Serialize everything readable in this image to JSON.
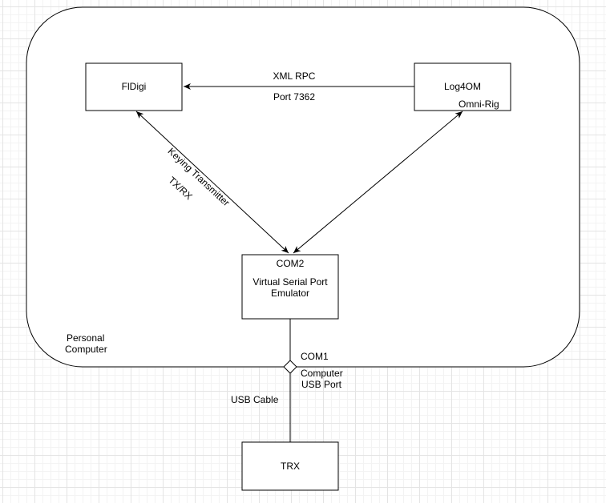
{
  "nodes": {
    "fldigi": {
      "label": "FlDigi"
    },
    "log4om": {
      "label": "Log4OM",
      "sublabel": "Omni-Rig"
    },
    "vspe": {
      "label_top": "COM2",
      "label_line1": "Virtual Serial Port",
      "label_line2": "Emulator"
    },
    "trx": {
      "label": "TRX"
    }
  },
  "container": {
    "label_line1": "Personal",
    "label_line2": "Computer"
  },
  "edges": {
    "xmlrpc": {
      "label": "XML RPC",
      "sublabel": "Port 7362"
    },
    "keying": {
      "label_line1": "Keying Transmitter",
      "label_line2": "TX/RX"
    },
    "usb": {
      "label": "USB Cable"
    },
    "port": {
      "label": "COM1",
      "sublabel_line1": "Computer",
      "sublabel_line2": "USB Port"
    }
  },
  "colors": {
    "stroke": "#000000",
    "background": "#ffffff",
    "grid": "#e4e4e4"
  }
}
